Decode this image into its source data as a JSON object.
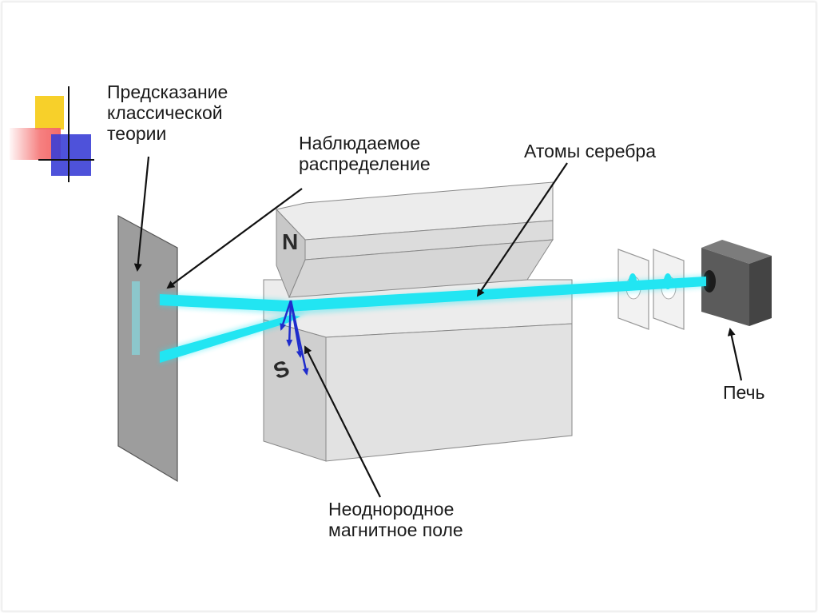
{
  "labels": {
    "classical_line1": "Предсказание",
    "classical_line2": "классической",
    "classical_line3": "теории",
    "observed_line1": "Наблюдаемое",
    "observed_line2": "распределение",
    "silver_atoms": "Атомы серебра",
    "oven": "Печь",
    "field_line1": "Неоднородное",
    "field_line2": "магнитное поле",
    "north_pole": "N",
    "south_pole": "S"
  },
  "colors": {
    "beam": "#22e5f2",
    "magnet_top": "#e6e6e6",
    "magnet_side": "#d4d4d4",
    "screen": "#9a9a9a",
    "oven": "#585858",
    "field_arrows": "#1f2ccc",
    "deco_yellow": "#f7d02a",
    "deco_red": "#f46a6a",
    "deco_blue": "#3b3fd6"
  },
  "icons": [
    "slide-corner-decoration"
  ]
}
